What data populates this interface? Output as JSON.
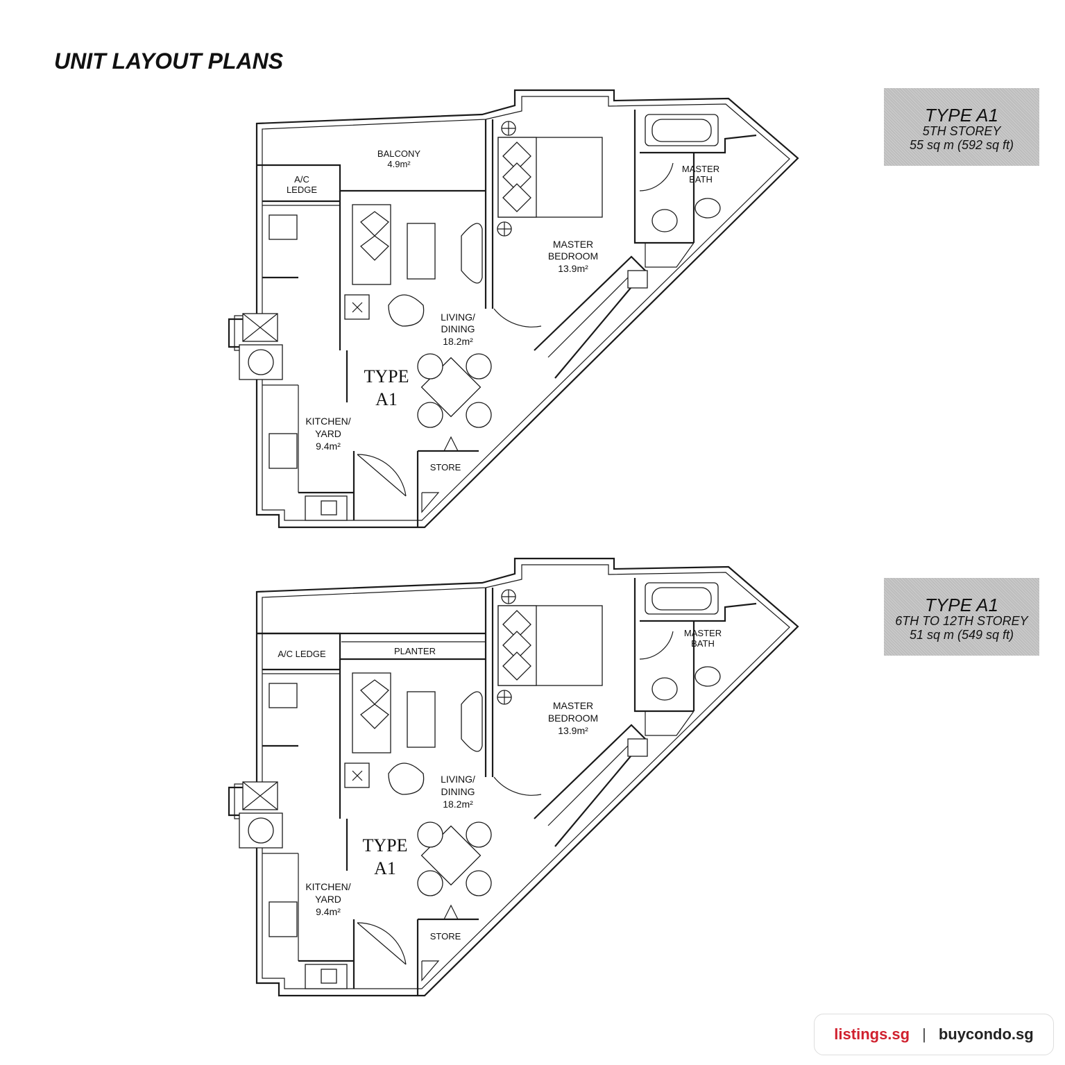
{
  "page_title": "UNIT LAYOUT PLANS",
  "plans": [
    {
      "type_title": "TYPE A1",
      "storey": "5TH STOREY",
      "area": "55 sq m (592 sq ft)",
      "mark_line1": "TYPE",
      "mark_line2": "A1",
      "rooms": {
        "balcony": "BALCONY",
        "balcony_area": "4.9m²",
        "ac_ledge_line1": "A/C",
        "ac_ledge_line2": "LEDGE",
        "master_bath_line1": "MASTER",
        "master_bath_line2": "BATH",
        "master_bedroom_line1": "MASTER",
        "master_bedroom_line2": "BEDROOM",
        "master_bedroom_area": "13.9m²",
        "living_line1": "LIVING/",
        "living_line2": "DINING",
        "living_area": "18.2m²",
        "kitchen_line1": "KITCHEN/",
        "kitchen_line2": "YARD",
        "kitchen_area": "9.4m²",
        "store": "STORE"
      }
    },
    {
      "type_title": "TYPE A1",
      "storey": "6TH TO 12TH STOREY",
      "area": "51 sq m (549 sq ft)",
      "mark_line1": "TYPE",
      "mark_line2": "A1",
      "rooms": {
        "ac_ledge": "A/C LEDGE",
        "planter": "PLANTER",
        "master_bath_line1": "MASTER",
        "master_bath_line2": "BATH",
        "master_bedroom_line1": "MASTER",
        "master_bedroom_line2": "BEDROOM",
        "master_bedroom_area": "13.9m²",
        "living_line1": "LIVING/",
        "living_line2": "DINING",
        "living_area": "18.2m²",
        "kitchen_line1": "KITCHEN/",
        "kitchen_line2": "YARD",
        "kitchen_area": "9.4m²",
        "store": "STORE"
      }
    }
  ],
  "footer": {
    "brand1": "listings.sg",
    "separator": "|",
    "brand2": "buycondo.sg",
    "brand1_color": "#d0202e"
  }
}
